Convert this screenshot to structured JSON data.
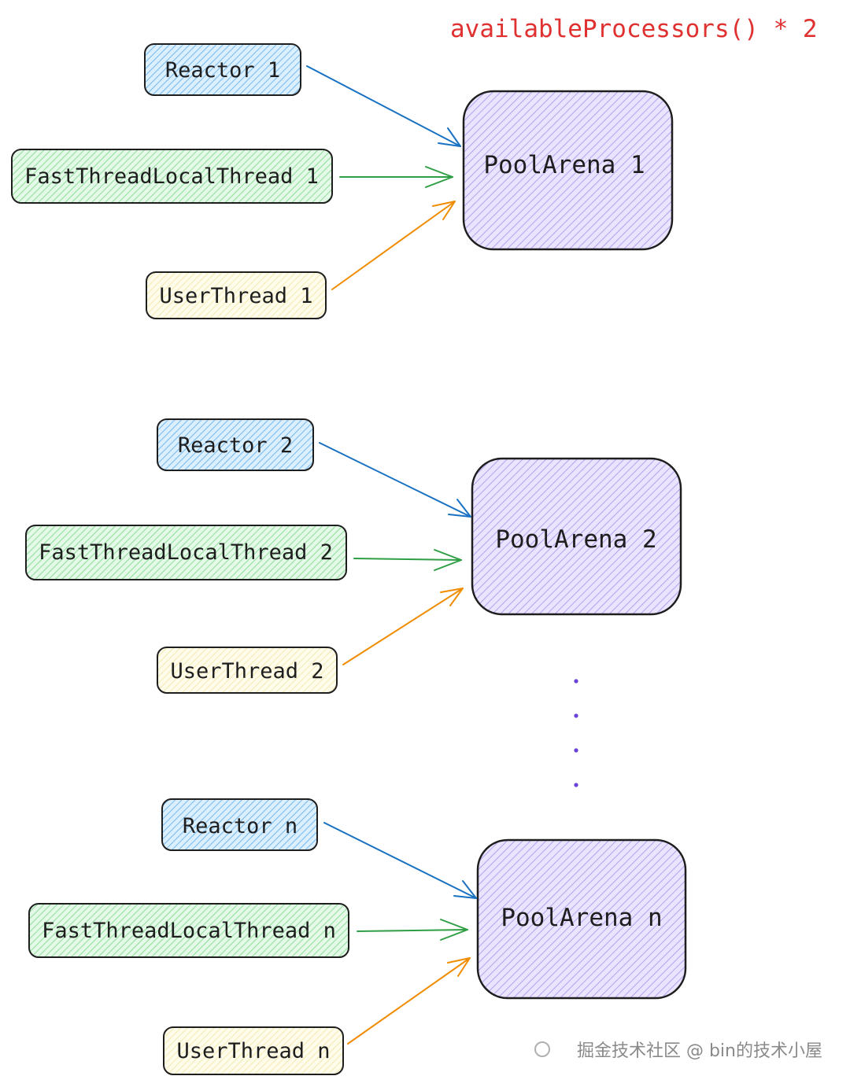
{
  "title": "availableProcessors() * 2",
  "groups": [
    {
      "reactor": "Reactor 1",
      "fast_thread": "FastThreadLocalThread 1",
      "user_thread": "UserThread 1",
      "arena": "PoolArena 1"
    },
    {
      "reactor": "Reactor 2",
      "fast_thread": "FastThreadLocalThread 2",
      "user_thread": "UserThread 2",
      "arena": "PoolArena 2"
    },
    {
      "reactor": "Reactor n",
      "fast_thread": "FastThreadLocalThread n",
      "user_thread": "UserThread n",
      "arena": "PoolArena n"
    }
  ],
  "watermark": "掘金技术社区 @ bin的技术小屋",
  "colors": {
    "title": "#e03131",
    "reactor_fill": "#a5d8ff",
    "reactor_arrow": "#1971c2",
    "fast_fill": "#b2f2bb",
    "fast_arrow": "#2f9e44",
    "user_fill": "#fff9db",
    "user_arrow": "#f08c00",
    "arena_fill": "#d0bfff",
    "ellipsis_dots": "#6741d9",
    "stroke": "#1e1e1e"
  }
}
